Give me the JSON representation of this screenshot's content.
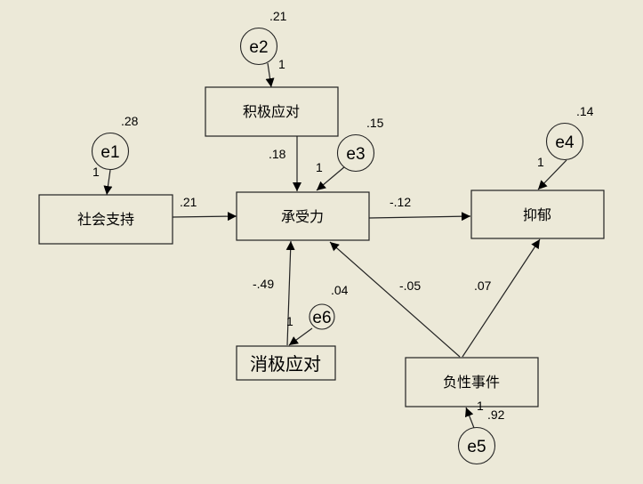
{
  "diagram": {
    "type": "path-diagram",
    "background": "#ECE9D8",
    "line_color": "#000000",
    "observed": [
      {
        "id": "social",
        "label": "社会支持"
      },
      {
        "id": "positive",
        "label": "积极应对"
      },
      {
        "id": "resilience",
        "label": "承受力"
      },
      {
        "id": "depression",
        "label": "抑郁"
      },
      {
        "id": "negative",
        "label": "消极应对"
      },
      {
        "id": "events",
        "label": "负性事件"
      }
    ],
    "errors": [
      {
        "id": "e1",
        "label": "e1",
        "variance": ".28",
        "weight": "1",
        "target": "social"
      },
      {
        "id": "e2",
        "label": "e2",
        "variance": ".21",
        "weight": "1",
        "target": "positive"
      },
      {
        "id": "e3",
        "label": "e3",
        "variance": ".15",
        "weight": "1",
        "target": "resilience"
      },
      {
        "id": "e4",
        "label": "e4",
        "variance": ".14",
        "weight": "1",
        "target": "depression"
      },
      {
        "id": "e5",
        "label": "e5",
        "variance": ".92",
        "weight": "1",
        "target": "events"
      },
      {
        "id": "e6",
        "label": "e6",
        "variance": ".04",
        "weight": "1",
        "target": "negative"
      }
    ],
    "paths": [
      {
        "from": "social",
        "to": "resilience",
        "coef": ".21"
      },
      {
        "from": "positive",
        "to": "resilience",
        "coef": ".18"
      },
      {
        "from": "resilience",
        "to": "depression",
        "coef": "-.12"
      },
      {
        "from": "negative",
        "to": "resilience",
        "coef": "-.49"
      },
      {
        "from": "events",
        "to": "resilience",
        "coef": "-.05"
      },
      {
        "from": "events",
        "to": "depression",
        "coef": ".07"
      }
    ]
  }
}
